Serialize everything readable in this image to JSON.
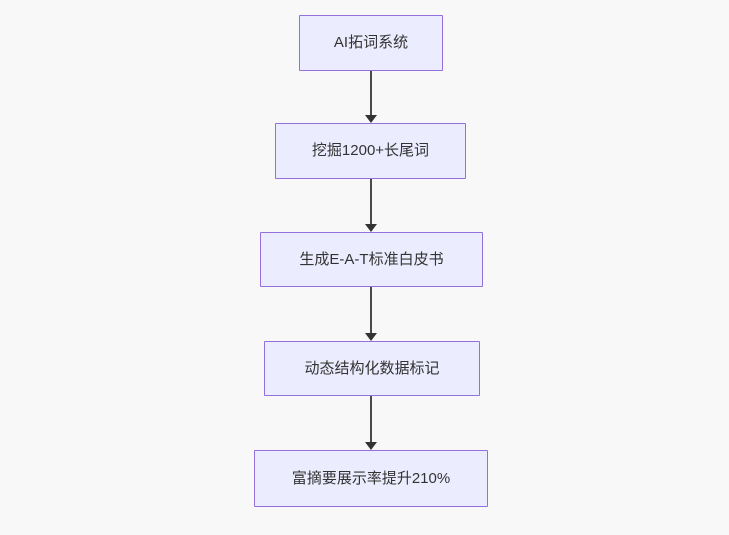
{
  "diagram": {
    "type": "flowchart",
    "direction": "top-down",
    "nodes": [
      {
        "label": "AI拓词系统"
      },
      {
        "label": "挖掘1200+长尾词"
      },
      {
        "label": "生成E-A-T标准白皮书"
      },
      {
        "label": "动态结构化数据标记"
      },
      {
        "label": "富摘要展示率提升210%"
      }
    ],
    "edges": [
      {
        "from": 0,
        "to": 1,
        "style": "arrow-down"
      },
      {
        "from": 1,
        "to": 2,
        "style": "arrow-down"
      },
      {
        "from": 2,
        "to": 3,
        "style": "arrow-down"
      },
      {
        "from": 3,
        "to": 4,
        "style": "arrow-down"
      }
    ],
    "colors": {
      "node_fill": "#ECECFF",
      "node_border": "#9370DB",
      "node_text": "#333333",
      "arrow": "#333333",
      "background": "#F8F8F8"
    }
  }
}
